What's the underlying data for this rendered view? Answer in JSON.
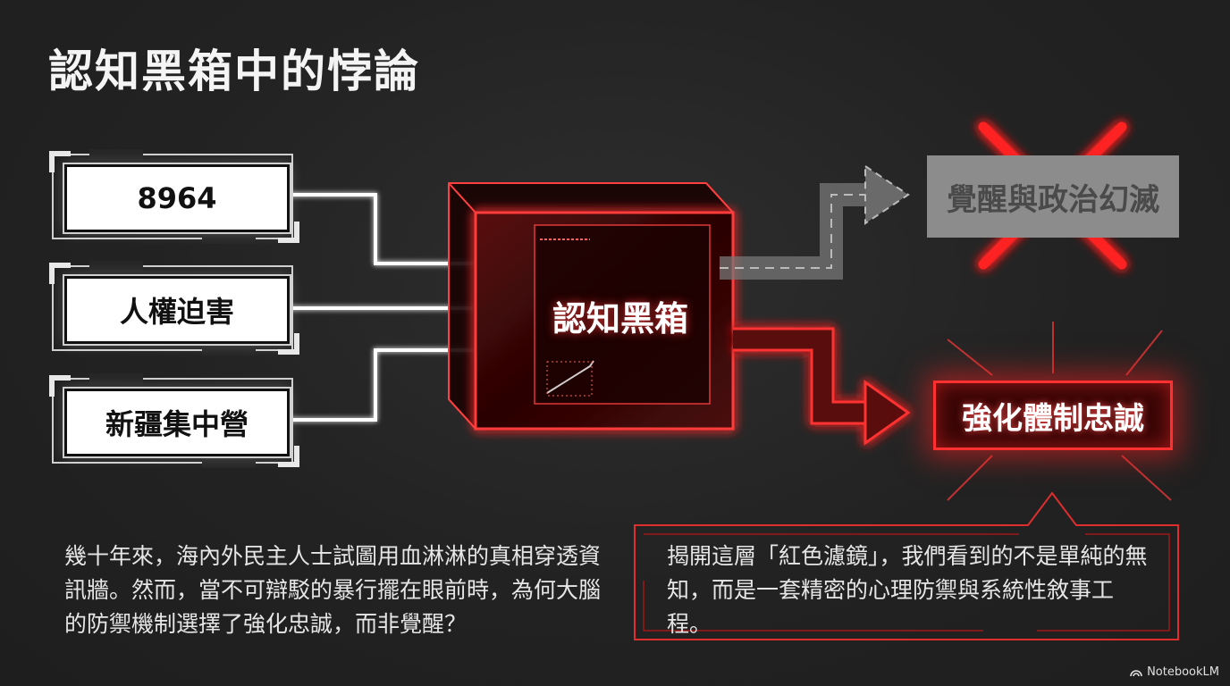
{
  "title": "認知黑箱中的悖論",
  "inputs": [
    {
      "label": "8964"
    },
    {
      "label": "人權迫害"
    },
    {
      "label": "新疆集中營"
    }
  ],
  "center": {
    "label": "認知黑箱"
  },
  "outputs": {
    "rejected": {
      "label": "覺醒與政治幻滅"
    },
    "chosen": {
      "label": "強化體制忠誠"
    }
  },
  "paragraphs": {
    "left": "幾十年來，海內外民主人士試圖用血淋淋的真相穿透資訊牆。然而，當不可辯駁的暴行擺在眼前時，為何大腦的防禦機制選擇了強化忠誠，而非覺醒？",
    "right": "揭開這層「紅色濾鏡」，我們看到的不是單純的無知，而是一套精密的心理防禦與系統性敘事工程。"
  },
  "brand": "NotebookLM",
  "colors": {
    "accent_red": "#ff3030",
    "muted_grey": "#8c8c8c",
    "background": "#262626"
  }
}
